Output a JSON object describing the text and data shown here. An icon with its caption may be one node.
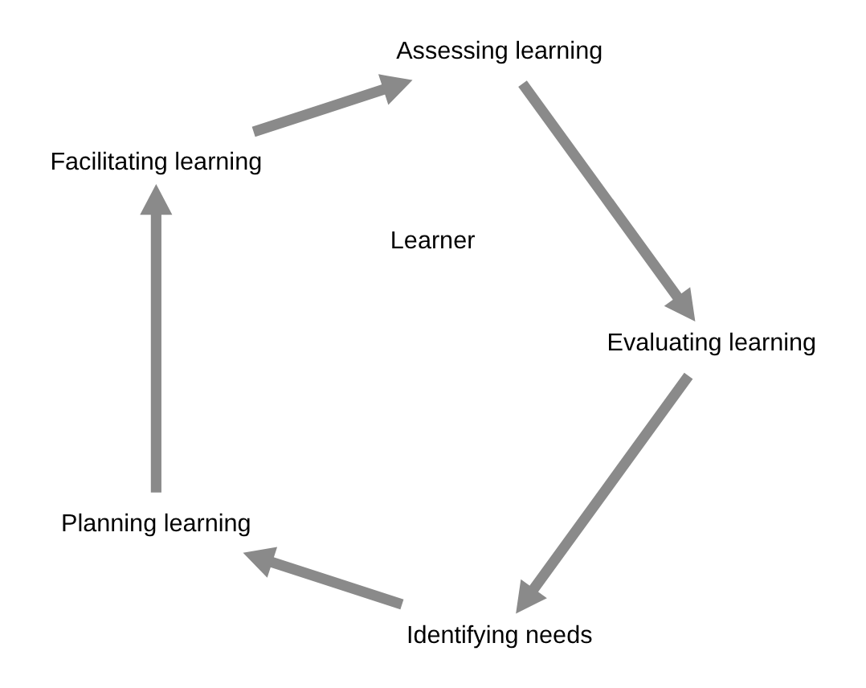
{
  "diagram": {
    "nodes": [
      {
        "text": [
          "Identifying needs"
        ]
      },
      {
        "text": [
          "Planning learning"
        ]
      },
      {
        "text": [
          "Facilitating learning"
        ]
      },
      {
        "text": [
          "Assessing learning"
        ]
      },
      {
        "text": [
          "Evaluating learning"
        ]
      }
    ],
    "edges": [
      {
        "from": 0,
        "to": 1,
        "arrow": "to"
      },
      {
        "from": 1,
        "to": 2,
        "arrow": "to"
      },
      {
        "from": 2,
        "to": 3,
        "arrow": "to"
      },
      {
        "from": 3,
        "to": 4,
        "arrow": "to"
      },
      {
        "from": 4,
        "to": 0,
        "arrow": "to"
      }
    ],
    "labels": [
      "Learner"
    ]
  }
}
